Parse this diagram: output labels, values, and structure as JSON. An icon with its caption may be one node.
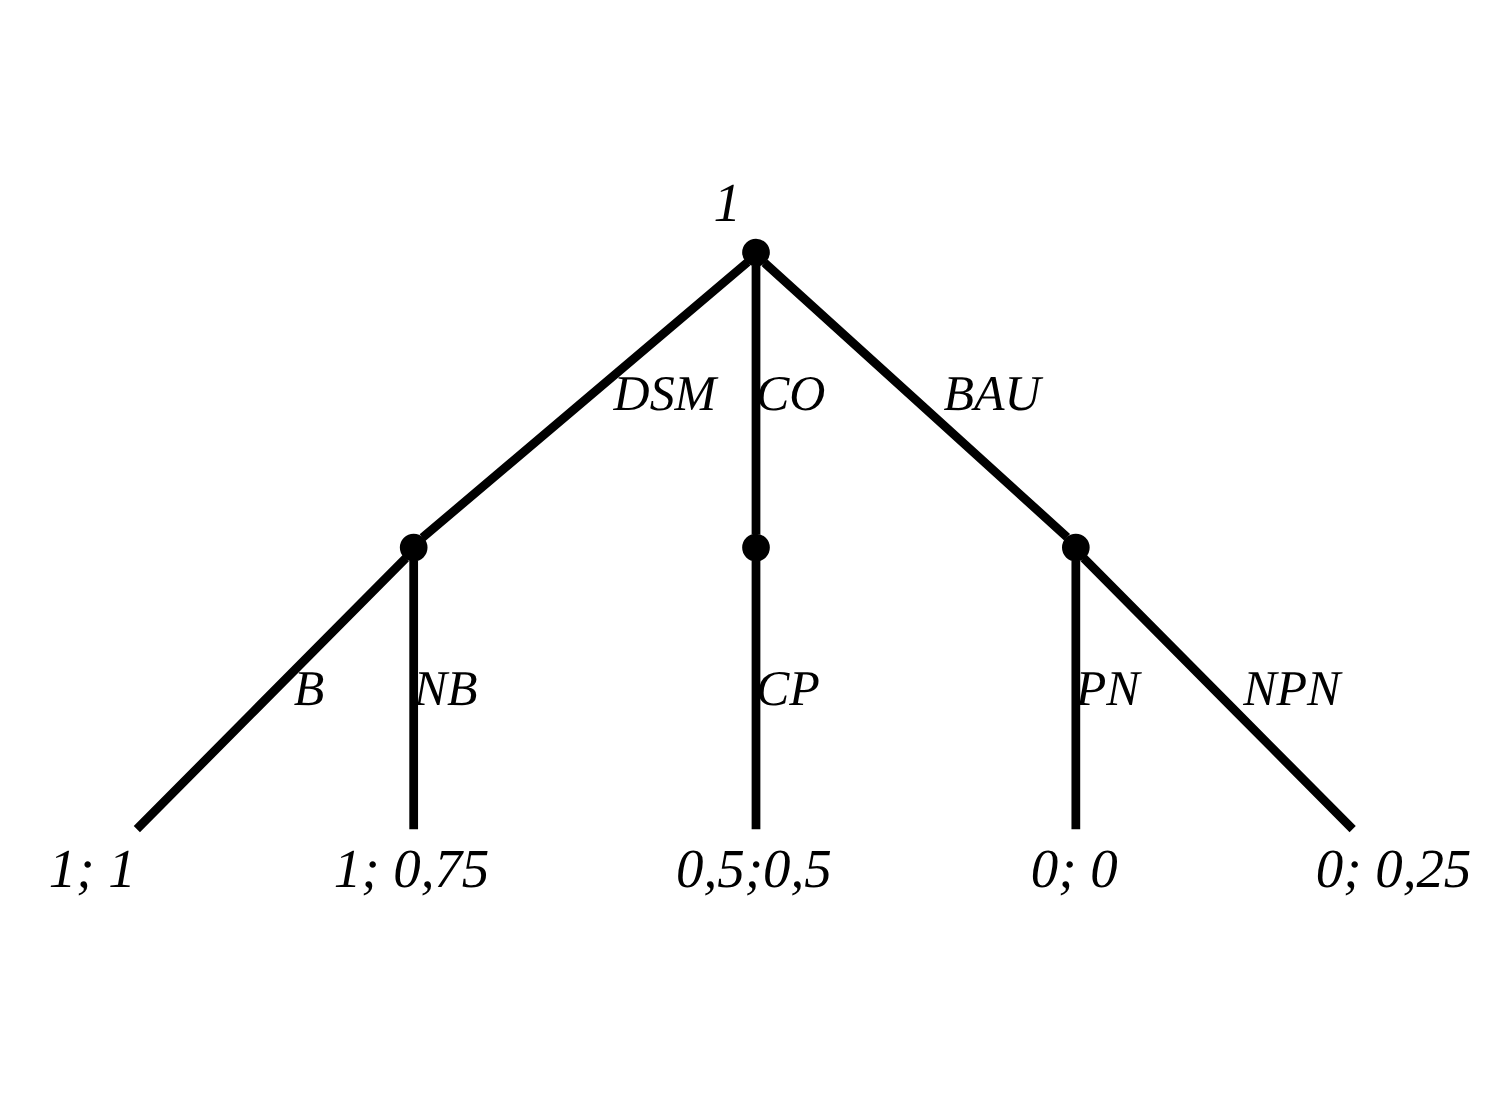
{
  "diagram": {
    "nodes": [
      {
        "text": [],
        "shape": "circle",
        "beside": [
          "1"
        ]
      },
      {
        "text": [],
        "shape": "circle"
      },
      {
        "text": [],
        "shape": "circle"
      },
      {
        "text": [],
        "shape": "circle"
      },
      {
        "text": [
          "1; 1"
        ]
      },
      {
        "text": [
          "1; 0,75"
        ]
      },
      {
        "text": [
          "0,5;0,5"
        ]
      },
      {
        "text": [
          "0; 0"
        ]
      },
      {
        "text": [
          "0; 0,25"
        ]
      }
    ],
    "edges": [
      {
        "from": 0,
        "to": 1,
        "arrow": "none",
        "label": "DSM"
      },
      {
        "from": 0,
        "to": 2,
        "arrow": "none",
        "label": "CO"
      },
      {
        "from": 0,
        "to": 3,
        "arrow": "none",
        "label": "BAU"
      },
      {
        "from": 1,
        "to": 4,
        "arrow": "none",
        "label": "B"
      },
      {
        "from": 1,
        "to": 5,
        "arrow": "none",
        "label": "NB"
      },
      {
        "from": 2,
        "to": 6,
        "arrow": "none",
        "label": "CP"
      },
      {
        "from": 3,
        "to": 7,
        "arrow": "none",
        "label": "PN"
      },
      {
        "from": 3,
        "to": 8,
        "arrow": "none",
        "label": "NPN"
      }
    ]
  }
}
